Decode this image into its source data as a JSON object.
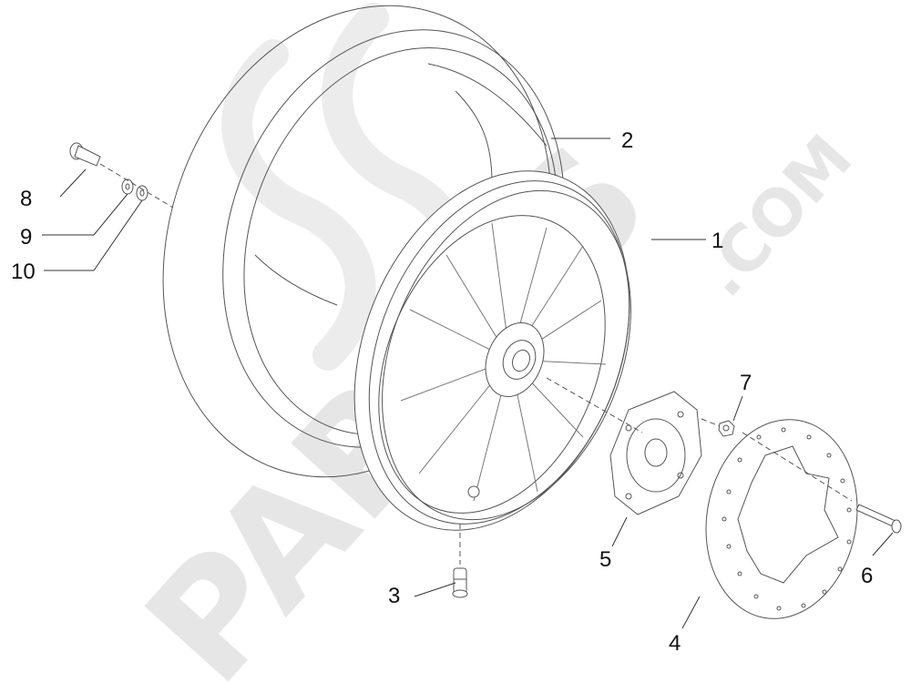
{
  "watermark": {
    "brand": "PARTSS",
    "suffix": ".COM",
    "color": "#e6e6e6"
  },
  "callouts": [
    {
      "id": "1",
      "label": "1"
    },
    {
      "id": "2",
      "label": "2"
    },
    {
      "id": "3",
      "label": "3"
    },
    {
      "id": "4",
      "label": "4"
    },
    {
      "id": "5",
      "label": "5"
    },
    {
      "id": "6",
      "label": "6"
    },
    {
      "id": "7",
      "label": "7"
    },
    {
      "id": "8",
      "label": "8"
    },
    {
      "id": "9",
      "label": "9"
    },
    {
      "id": "10",
      "label": "10"
    }
  ],
  "colors": {
    "line": "#333333",
    "part": "#555555",
    "background": "#ffffff"
  }
}
